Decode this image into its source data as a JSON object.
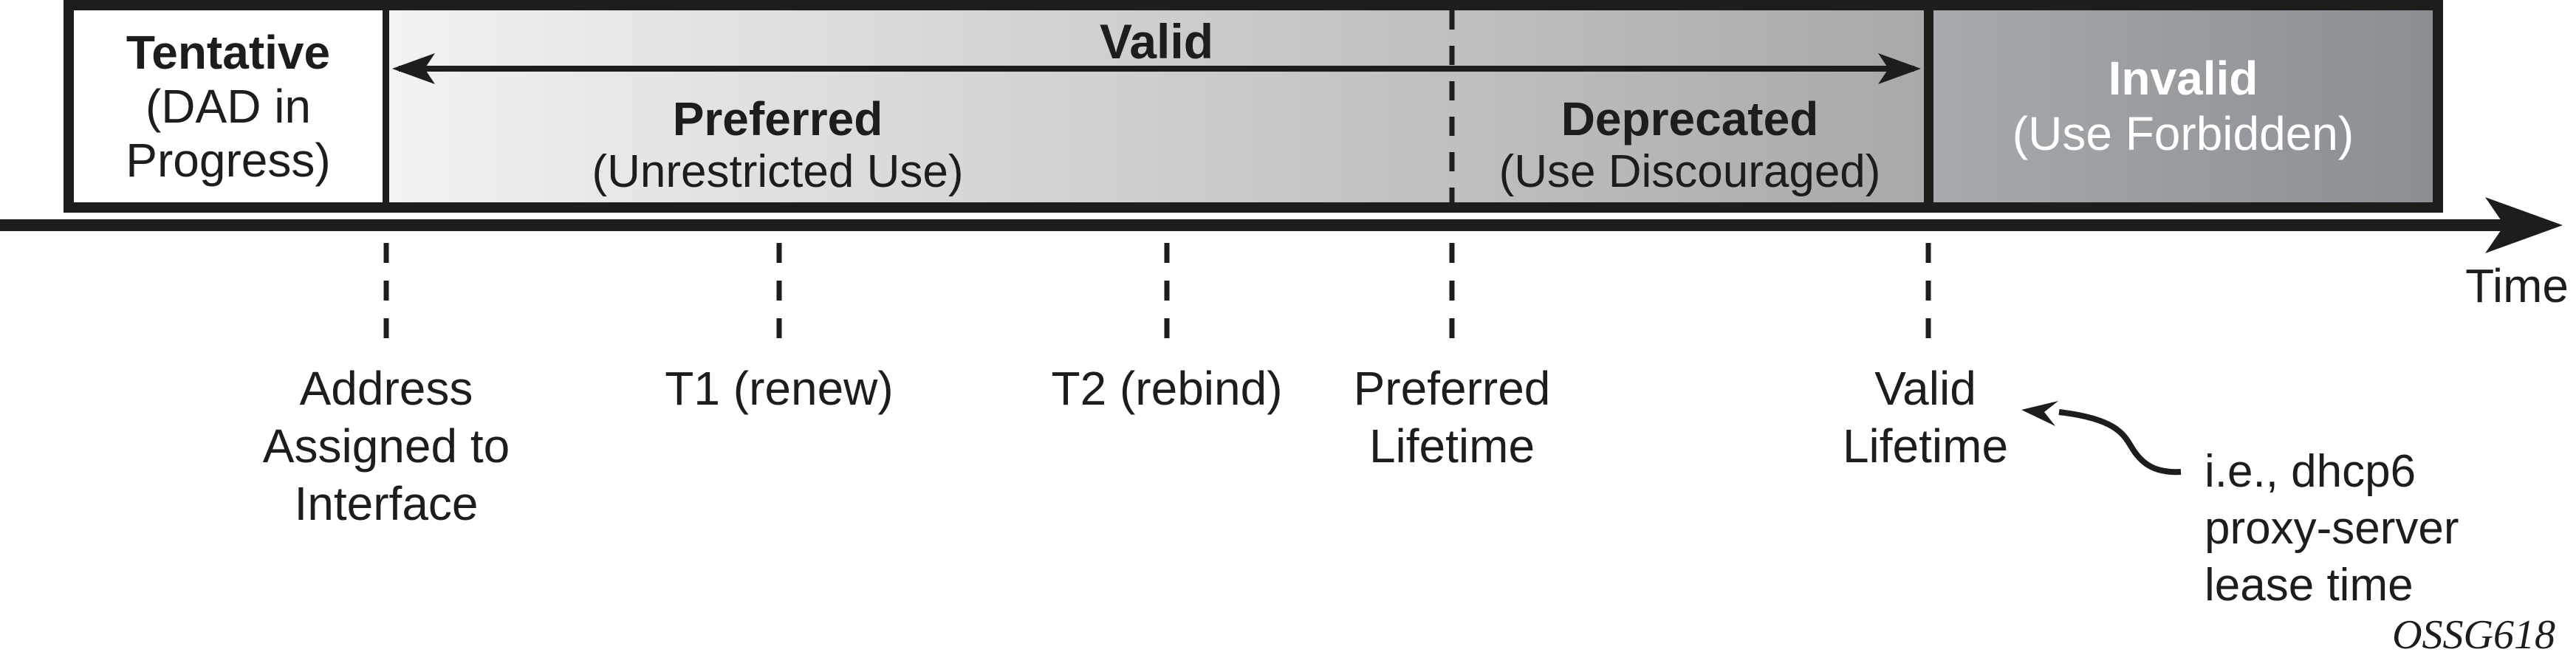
{
  "colors": {
    "line": "#1d1d1b",
    "valid_gradient_start": "#f2f2f2",
    "valid_gradient_end": "#a9a9a9",
    "invalid_gradient_start": "#a7aaac",
    "invalid_gradient_end": "#8a8e92",
    "invalid_text": "#ffffff",
    "tentative_bg": "#ffffff"
  },
  "states": {
    "tentative": {
      "title": "Tentative",
      "line2": "(DAD in",
      "line3": "Progress)"
    },
    "valid": {
      "title": "Valid"
    },
    "preferred": {
      "title": "Preferred",
      "subtitle": "(Unrestricted Use)"
    },
    "deprecated": {
      "title": "Deprecated",
      "subtitle": "(Use Discouraged)"
    },
    "invalid": {
      "title": "Invalid",
      "subtitle": "(Use Forbidden)"
    }
  },
  "axis": {
    "label": "Time"
  },
  "markers": {
    "address": {
      "line1": "Address",
      "line2": "Assigned to",
      "line3": "Interface"
    },
    "t1": {
      "line1": "T1 (renew)"
    },
    "t2": {
      "line1": "T2 (rebind)"
    },
    "preferred_lifetime": {
      "line1": "Preferred",
      "line2": "Lifetime"
    },
    "valid_lifetime": {
      "line1": "Valid",
      "line2": "Lifetime"
    }
  },
  "annotation": {
    "line1": "i.e., dhcp6",
    "line2": "proxy-server",
    "line3": "lease time"
  },
  "figure_id": "OSSG618"
}
